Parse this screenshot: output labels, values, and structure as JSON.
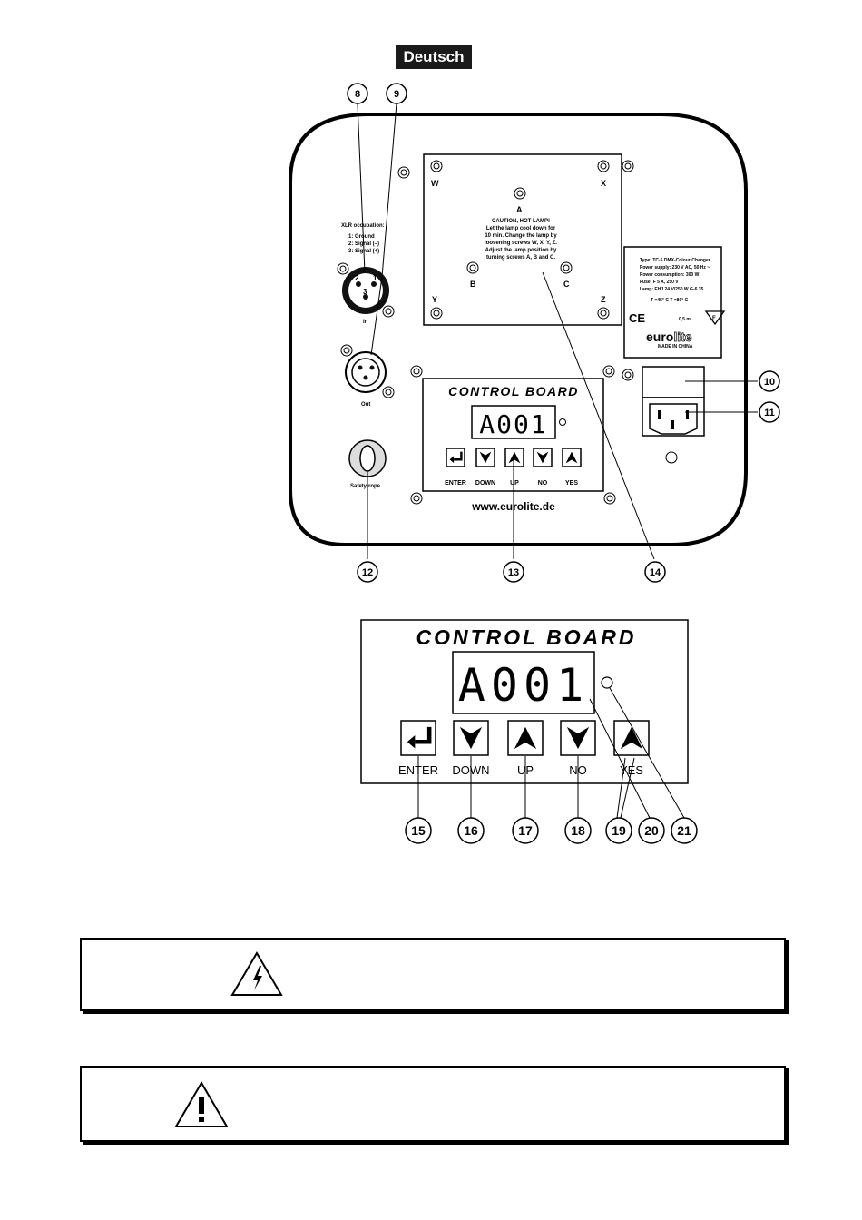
{
  "header": {
    "language_label": "Deutsch"
  },
  "device": {
    "xlr_title": "XLR occupation:",
    "xlr_pins": [
      "1: Ground",
      "2: Signal (–)",
      "3: Signal (+)"
    ],
    "pin_numbers": [
      "1",
      "2",
      "3"
    ],
    "in_label": "In",
    "out_label": "Out",
    "safety_label": "Safety-rope",
    "lamp_screws": [
      "W",
      "X",
      "Y",
      "Z",
      "A",
      "B",
      "C"
    ],
    "lamp_caution": [
      "CAUTION, HOT LAMP!",
      "Let the lamp cool down for",
      "10 min. Change the lamp by",
      "loosening screws W, X, Y, Z.",
      "Adjust the lamp position by",
      "turning screws A, B and C."
    ],
    "type_plate": [
      "Type: TC-5 DMX-Colour-Changer",
      "Power supply: 230 V AC, 50 Hz ~",
      "Power consumption: 300 W",
      "Fuse: F 5 A, 250 V",
      "Lamp: EHJ 24 V/250 W G-6.35"
    ],
    "temps": "T =45° C  T =80° C",
    "distance": "0,5 m",
    "brand_a": "euro",
    "brand_b": "lite",
    "made_in": "MADE IN CHINA",
    "website": "www.eurolite.de"
  },
  "control_board": {
    "title": "CONTROL BOARD",
    "display": "A001",
    "buttons": [
      "ENTER",
      "DOWN",
      "UP",
      "NO",
      "YES"
    ]
  },
  "callouts_top": [
    "8",
    "9",
    "10",
    "11",
    "12",
    "13",
    "14"
  ],
  "callouts_bottom": [
    "15",
    "16",
    "17",
    "18",
    "19",
    "20",
    "21"
  ]
}
